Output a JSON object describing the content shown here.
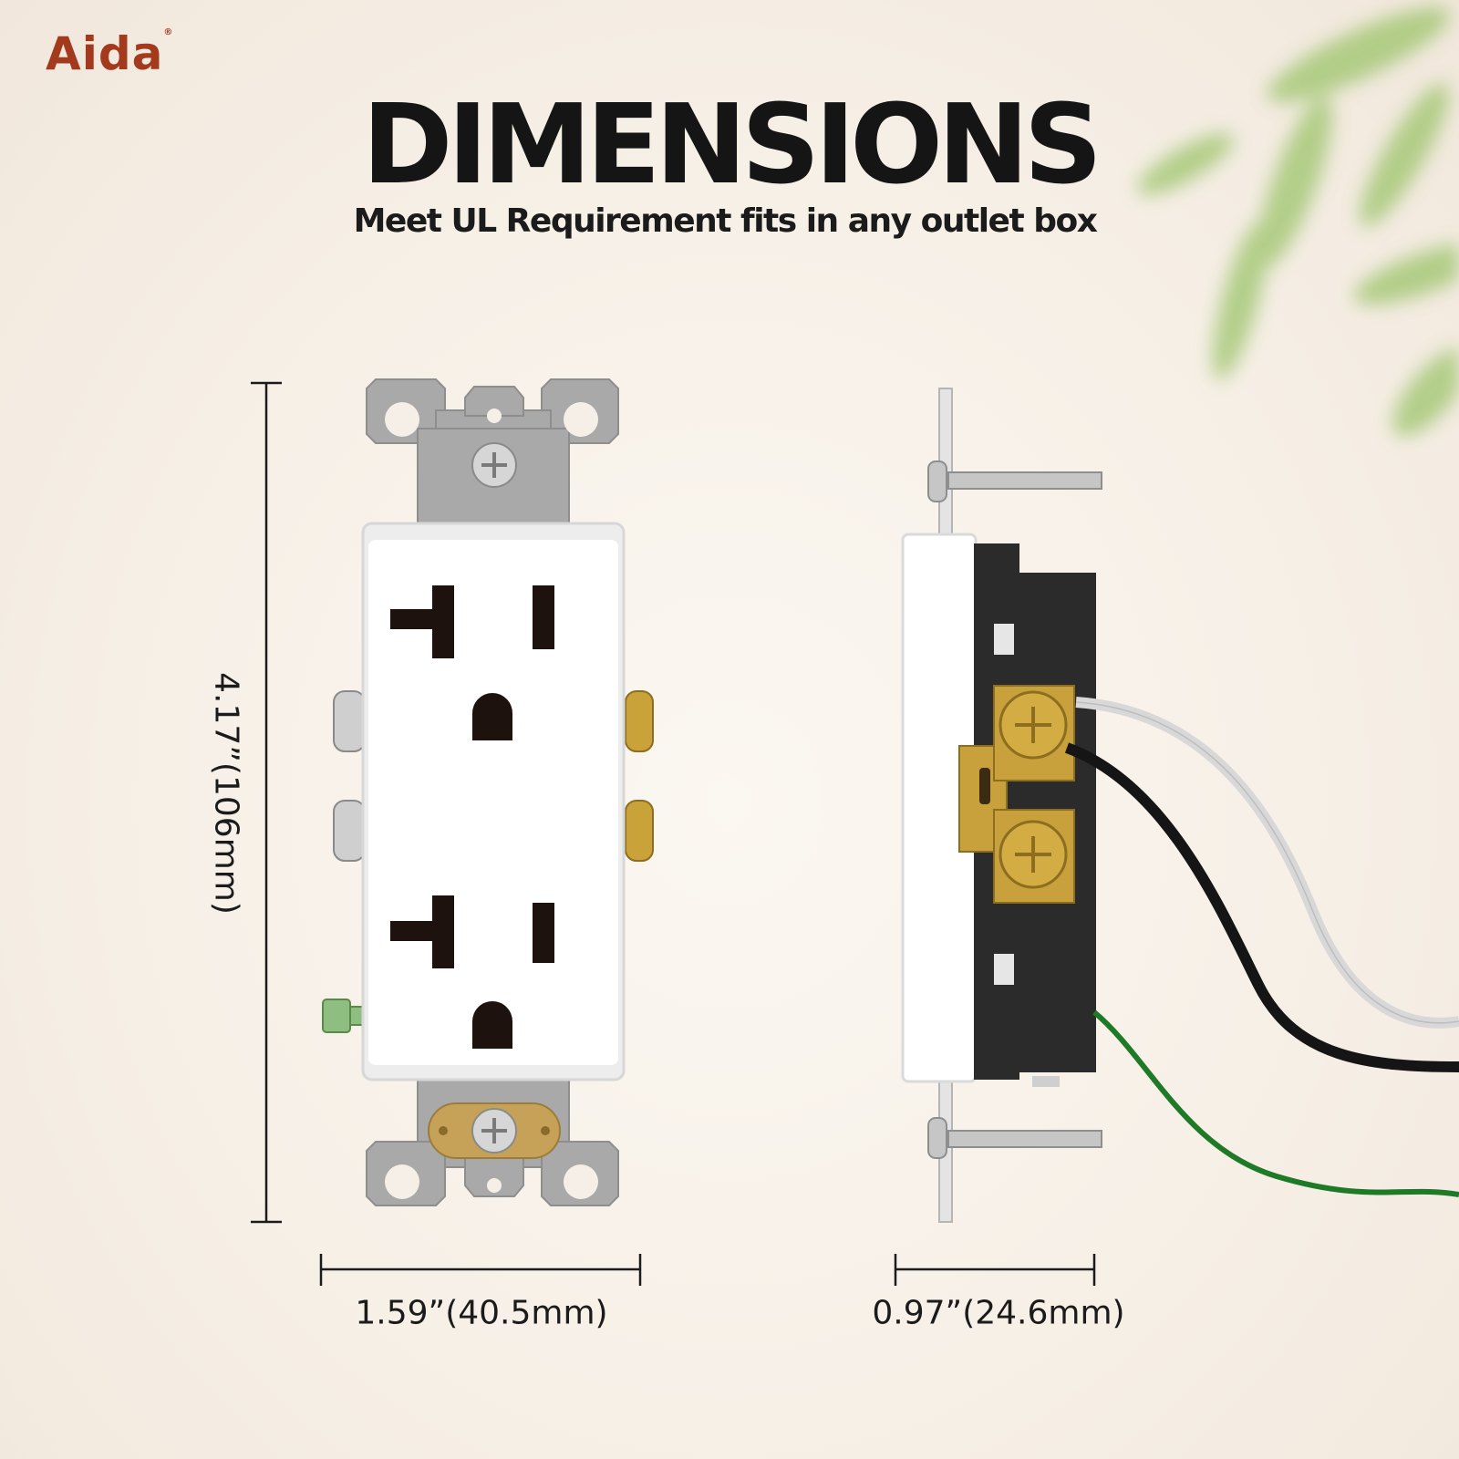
{
  "brand": {
    "name": "Aida"
  },
  "heading": {
    "title": "DIMENSIONS",
    "subtitle": "Meet UL Requirement fits in any outlet box"
  },
  "dimensions": {
    "height": "4.17”(106mm)",
    "width": "1.59”(40.5mm)",
    "depth": "0.97”(24.6mm)"
  },
  "colors": {
    "brand": "#a33a1e",
    "text": "#151515",
    "strap": "#a6a6a6",
    "brass": "#c8a03c",
    "housing": "#2b2b2b",
    "wire_ground": "#1e7a26"
  }
}
